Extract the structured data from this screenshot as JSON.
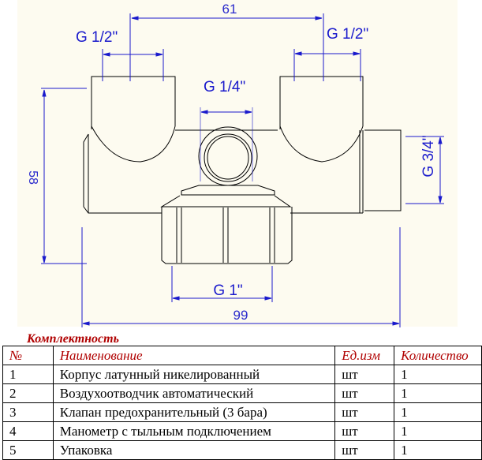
{
  "drawing": {
    "dim_61": "61",
    "dim_g12_left": "G 1/2\"",
    "dim_g12_right": "G 1/2\"",
    "dim_g14": "G 1/4\"",
    "dim_58": "58",
    "dim_g34": "G 3/4\"",
    "dim_g1": "G 1\"",
    "dim_99": "99",
    "colors": {
      "background": "#fdfbf0",
      "dimension": "#1a1acc",
      "outline": "#000000"
    }
  },
  "section_title": "Комплектность",
  "table": {
    "headers": [
      "№",
      "Наименование",
      "Ед.изм",
      "Количество"
    ],
    "rows": [
      [
        "1",
        "Корпус латунный никелированный",
        "шт",
        "1"
      ],
      [
        "2",
        "Воздухоотводчик автоматический",
        "шт",
        "1"
      ],
      [
        "3",
        "Клапан предохранительный (3 бара)",
        "шт",
        "1"
      ],
      [
        "4",
        "Манометр с тыльным подключением",
        "шт",
        "1"
      ],
      [
        "5",
        "Упаковка",
        "шт",
        "1"
      ]
    ]
  }
}
